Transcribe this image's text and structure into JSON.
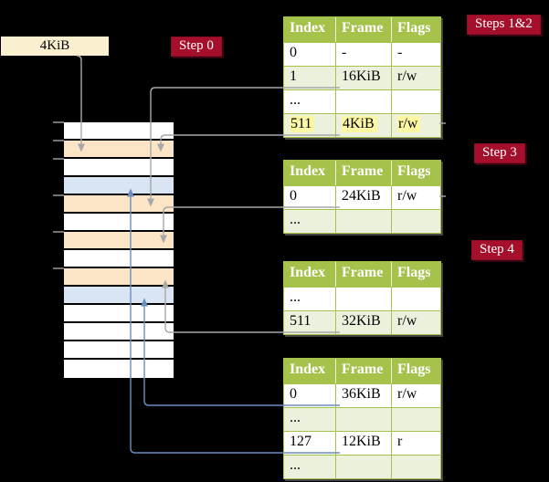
{
  "box_4kib": {
    "label": "4KiB"
  },
  "badges": {
    "step0": {
      "label": "Step 0"
    },
    "steps12": {
      "label": "Steps 1&2"
    },
    "step3": {
      "label": "Step 3"
    },
    "step4": {
      "label": "Step 4"
    }
  },
  "tables": [
    {
      "name": "page-table-steps-1-2",
      "headers": [
        "Index",
        "Frame",
        "Flags"
      ],
      "rows": [
        {
          "cells": [
            "0",
            "-",
            "-"
          ],
          "highlight": false
        },
        {
          "cells": [
            "1",
            "16KiB",
            "r/w"
          ],
          "highlight": false
        },
        {
          "cells": [
            "...",
            "",
            ""
          ],
          "highlight": false
        },
        {
          "cells": [
            "511",
            "4KiB",
            "r/w"
          ],
          "highlight": true
        }
      ]
    },
    {
      "name": "page-table-step-3",
      "headers": [
        "Index",
        "Frame",
        "Flags"
      ],
      "rows": [
        {
          "cells": [
            "0",
            "24KiB",
            "r/w"
          ],
          "highlight": false
        },
        {
          "cells": [
            "...",
            "",
            ""
          ],
          "highlight": false
        }
      ]
    },
    {
      "name": "page-table-step-4",
      "headers": [
        "Index",
        "Frame",
        "Flags"
      ],
      "rows": [
        {
          "cells": [
            "...",
            "",
            ""
          ],
          "highlight": false
        },
        {
          "cells": [
            "511",
            "32KiB",
            "r/w"
          ],
          "highlight": false
        }
      ]
    },
    {
      "name": "page-table-final-level",
      "headers": [
        "Index",
        "Frame",
        "Flags"
      ],
      "rows": [
        {
          "cells": [
            "0",
            "36KiB",
            "r/w"
          ],
          "highlight": false
        },
        {
          "cells": [
            "...",
            "",
            ""
          ],
          "highlight": false
        },
        {
          "cells": [
            "127",
            "12KiB",
            "r"
          ],
          "highlight": false
        },
        {
          "cells": [
            "...",
            "",
            ""
          ],
          "highlight": false
        }
      ]
    }
  ],
  "memory": {
    "rows": [
      "white",
      "peach",
      "white",
      "blue",
      "peach",
      "white",
      "peach",
      "white",
      "peach",
      "blue",
      "white",
      "white",
      "white",
      "white"
    ]
  },
  "arrows": [
    {
      "name": "frame-4kib-pointer",
      "from": "box",
      "to_mem_row": 1,
      "dir": "down",
      "color": "gray"
    },
    {
      "name": "entry-1-to-16kib",
      "from": {
        "table": 0,
        "row": 1
      },
      "to_mem_row": 4,
      "dir": "down",
      "color": "gray"
    },
    {
      "name": "entry-511-to-4kib",
      "from": {
        "table": 0,
        "row": 3
      },
      "to_mem_row": 1,
      "dir": "down",
      "color": "gray"
    },
    {
      "name": "entry-0-to-24kib",
      "from": {
        "table": 1,
        "row": 0
      },
      "to_mem_row": 6,
      "dir": "down",
      "color": "gray"
    },
    {
      "name": "entry-511-to-32kib",
      "from": {
        "table": 2,
        "row": 1
      },
      "to_mem_row": 8,
      "dir": "up",
      "color": "gray"
    },
    {
      "name": "entry-0-to-36kib",
      "from": {
        "table": 3,
        "row": 0
      },
      "to_mem_row": 9,
      "dir": "up",
      "color": "blue"
    },
    {
      "name": "entry-127-to-12kib",
      "from": {
        "table": 3,
        "row": 2
      },
      "to_mem_row": 3,
      "dir": "up",
      "color": "blue"
    }
  ],
  "colors": {
    "background": "#000000",
    "table_header_green": "#a5c24b",
    "table_row_green": "#ebf1dc",
    "badge_red": "#a50f2b",
    "box_cream": "#faefce",
    "memory_peach": "#fce4c6",
    "memory_blue": "#d9e5f3",
    "arrow_gray": "#a8a8a8",
    "arrow_blue": "#6c8ebf",
    "highlight_yellow": "#fdf6a3"
  }
}
